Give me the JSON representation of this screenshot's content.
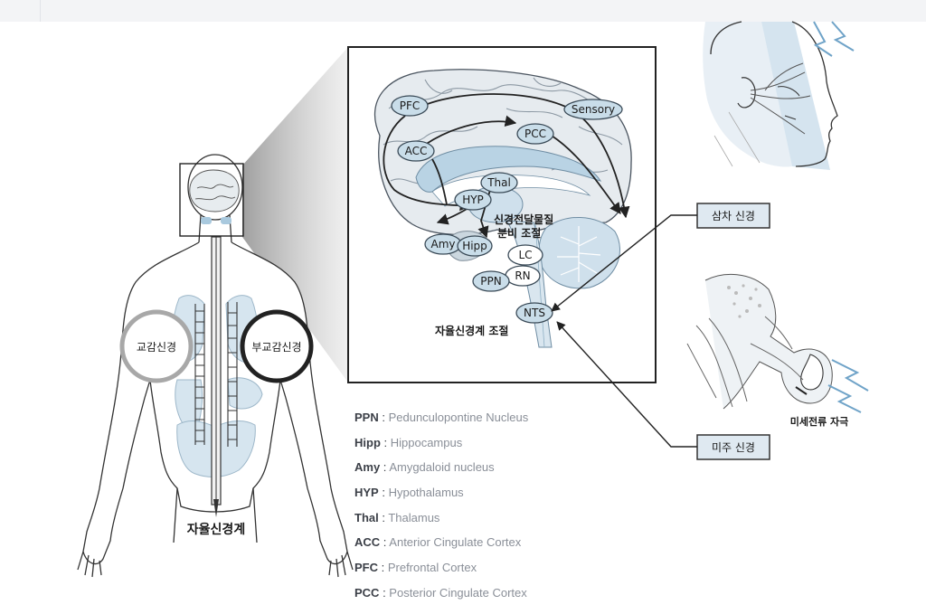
{
  "colors": {
    "node_fill": "#c9dde9",
    "node_stroke": "#3a4a57",
    "brain_tissue": "#e6ebef",
    "ventricle": "#b9d3e4",
    "callout_fill": "#dfe9f1",
    "callout_stroke": "#333333",
    "legend_abbr": "#3c4048",
    "legend_text": "#8a8f98",
    "lightning": "#6fa3c8"
  },
  "icons": {
    "lightning_upper": "lightning-bolt-icon",
    "lightning_ear": "lightning-bolt-icon"
  },
  "body": {
    "sympathetic_label": "교감신경",
    "parasympathetic_label": "부교감신경",
    "caption": "자율신경계"
  },
  "brain_inset": {
    "nodes": {
      "pfc": "PFC",
      "acc": "ACC",
      "pcc": "PCC",
      "sensory": "Sensory",
      "thal": "Thal",
      "hyp": "HYP",
      "amy": "Amy",
      "hipp": "Hipp",
      "lc": "LC",
      "rn": "RN",
      "ppn": "PPN",
      "nts": "NTS"
    },
    "neurotransmitter_label_line1": "신경전달물질",
    "neurotransmitter_label_line2": "분비 조절",
    "autonomic_label": "자율신경계 조절"
  },
  "callouts": {
    "trigeminal": "삼차 신경",
    "vagus": "미주 신경",
    "stimulation_caption": "미세전류 자극"
  },
  "legend": [
    {
      "abbr": "PPN",
      "sep": " : ",
      "text": "Pedunculopontine Nucleus"
    },
    {
      "abbr": "Hipp",
      "sep": " : ",
      "text": "Hippocampus"
    },
    {
      "abbr": "Amy",
      "sep": " : ",
      "text": "Amygdaloid nucleus"
    },
    {
      "abbr": "HYP",
      "sep": " : ",
      "text": "Hypothalamus"
    },
    {
      "abbr": "Thal",
      "sep": " : ",
      "text": "Thalamus"
    },
    {
      "abbr": "ACC",
      "sep": " : ",
      "text": "Anterior Cingulate Cortex"
    },
    {
      "abbr": "PFC",
      "sep": " : ",
      "text": "Prefrontal Cortex"
    },
    {
      "abbr": "PCC",
      "sep": " : ",
      "text": "Posterior Cingulate Cortex"
    }
  ]
}
